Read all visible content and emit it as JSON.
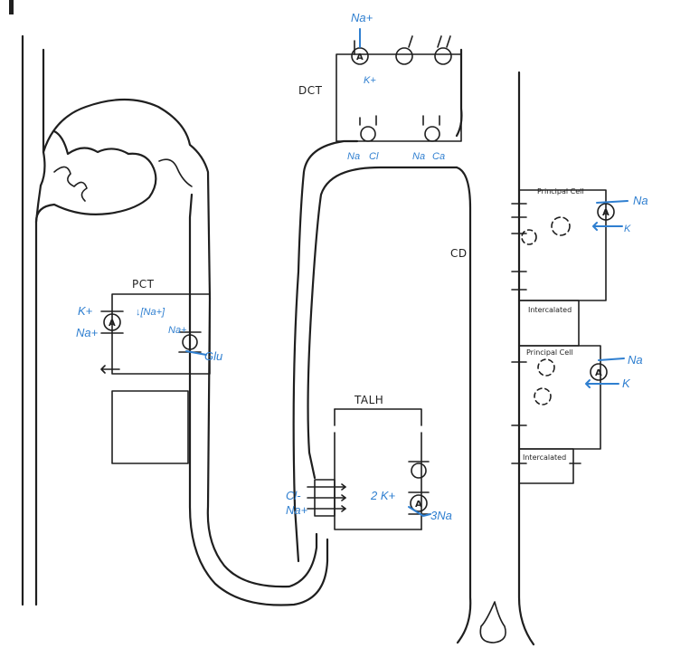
{
  "labels": {
    "dct": "DCT",
    "pct": "PCT",
    "talh": "TALH",
    "cd": "CD",
    "principal_cell_top": "Principal Cell",
    "intercalated_top": "Intercalated",
    "principal_cell_bottom": "Principal Cell",
    "intercalated_bottom": "Intercalated"
  },
  "dct": {
    "na_top": "Na+",
    "k_below": "K+",
    "na_cl_na": "Na",
    "na_cl_cl": "Cl",
    "na_ca_na": "Na",
    "na_ca_ca": "Ca"
  },
  "pct": {
    "k_plus": "K+",
    "na_plus_left": "Na+",
    "low_na": "↓[Na+]",
    "na_plus_right": "Na+",
    "glu": "Glu"
  },
  "talh": {
    "cl": "Cl-",
    "na": "Na+",
    "two_k": "2 K+",
    "three_na": "3Na"
  },
  "cd": {
    "na_top": "Na",
    "k_top": "K",
    "na_bottom": "Na",
    "k_bottom": "K"
  },
  "pump_letter": "A",
  "colors": {
    "ink": "#1f1f1f",
    "annotation": "#2f7fd0",
    "background": "#ffffff"
  }
}
